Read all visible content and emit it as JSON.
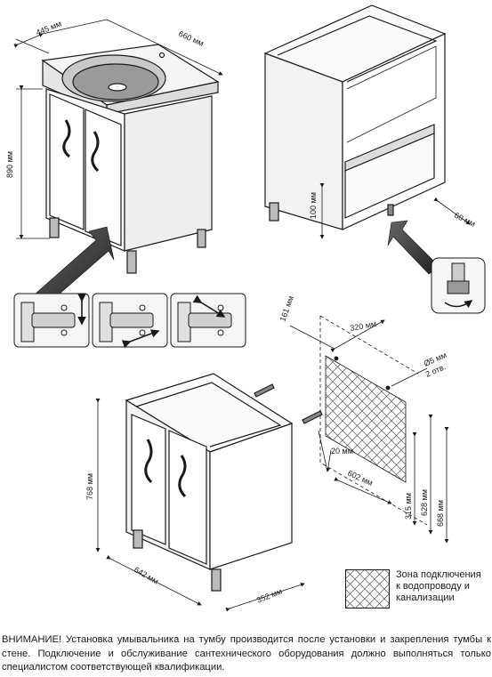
{
  "top_left_dims": {
    "width": "445 мм",
    "depth": "660 мм",
    "height": "890 мм"
  },
  "top_right_dims": {
    "leg_height": "100 мм",
    "setback": "60 мм"
  },
  "bottom_dims": {
    "cabinet_height": "768 мм",
    "cabinet_width": "642 мм",
    "cabinet_depth": "352 мм",
    "offset_left": "161 мм",
    "spacing": "320 мм",
    "hole": "Ø5 мм",
    "hole_count": "2 отв.",
    "gap": "20 мм",
    "zone_width": "602 мм",
    "zone_height": "315 мм",
    "height_628": "628 мм",
    "height_668": "668 мм"
  },
  "legend": {
    "text": "Зона подключения\nк водопроводу и\nканализации"
  },
  "notice": "ВНИМАНИЕ! Установка умывальника на тумбу производится после установки и закрепления тумбы к стене. Подключение и обслуживание сантехнического оборудования должно выполняться только специалистом соответствующей квалификации."
}
